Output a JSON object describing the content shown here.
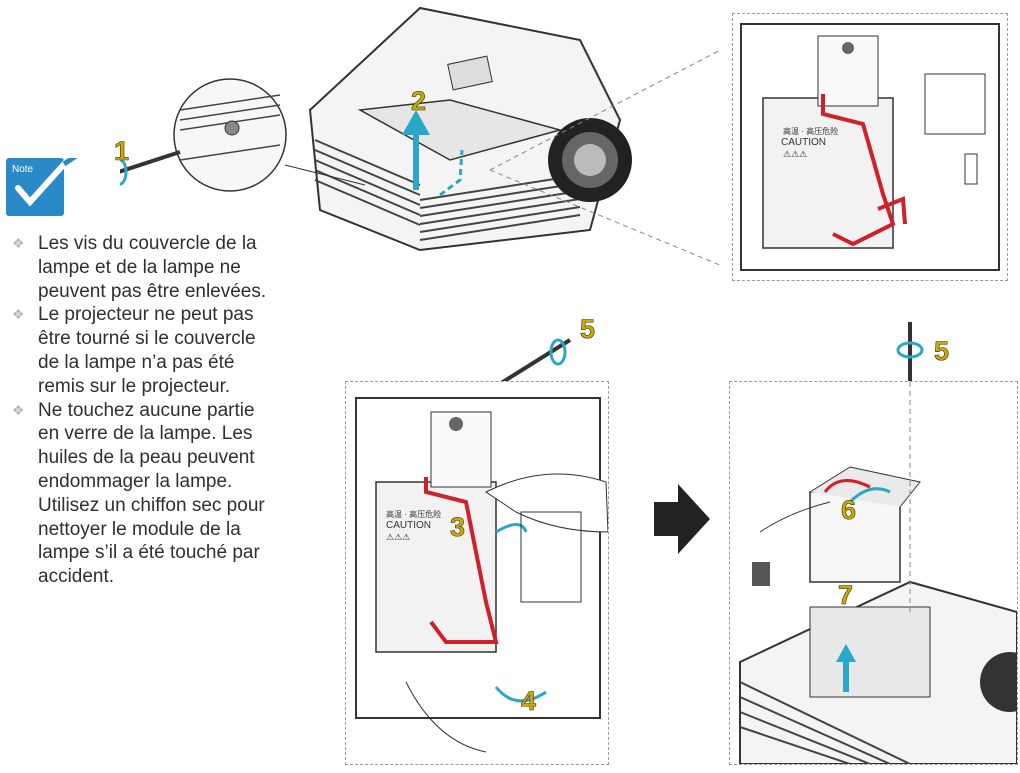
{
  "note": {
    "label": "Note",
    "items": [
      "Les vis du couvercle de la lampe et de la lampe ne peuvent pas être enlevées.",
      "Le projecteur ne peut pas être tourné si le couvercle de la lampe n’a pas été remis sur le projecteur.",
      "Ne touchez aucune partie en verre de la lampe. Les huiles de la peau peuvent endommager la lampe. Utilisez un chiffon sec pour nettoyer le module de la lampe s’il a été touché par accident."
    ]
  },
  "steps": {
    "s1": "1",
    "s2": "2",
    "s3": "3",
    "s4": "4",
    "s5a": "5",
    "s5b": "5",
    "s6": "6",
    "s7": "7"
  },
  "lamp_label": {
    "line1": "高温 · 高压危险",
    "line2": "CAUTION",
    "line3": "⚠⚠⚠"
  },
  "colors": {
    "step_yellow": "#c9a90b",
    "note_blue": "#2a8ac7",
    "wire_red": "#d0202a",
    "arrow_cyan": "#2aa7c9"
  }
}
